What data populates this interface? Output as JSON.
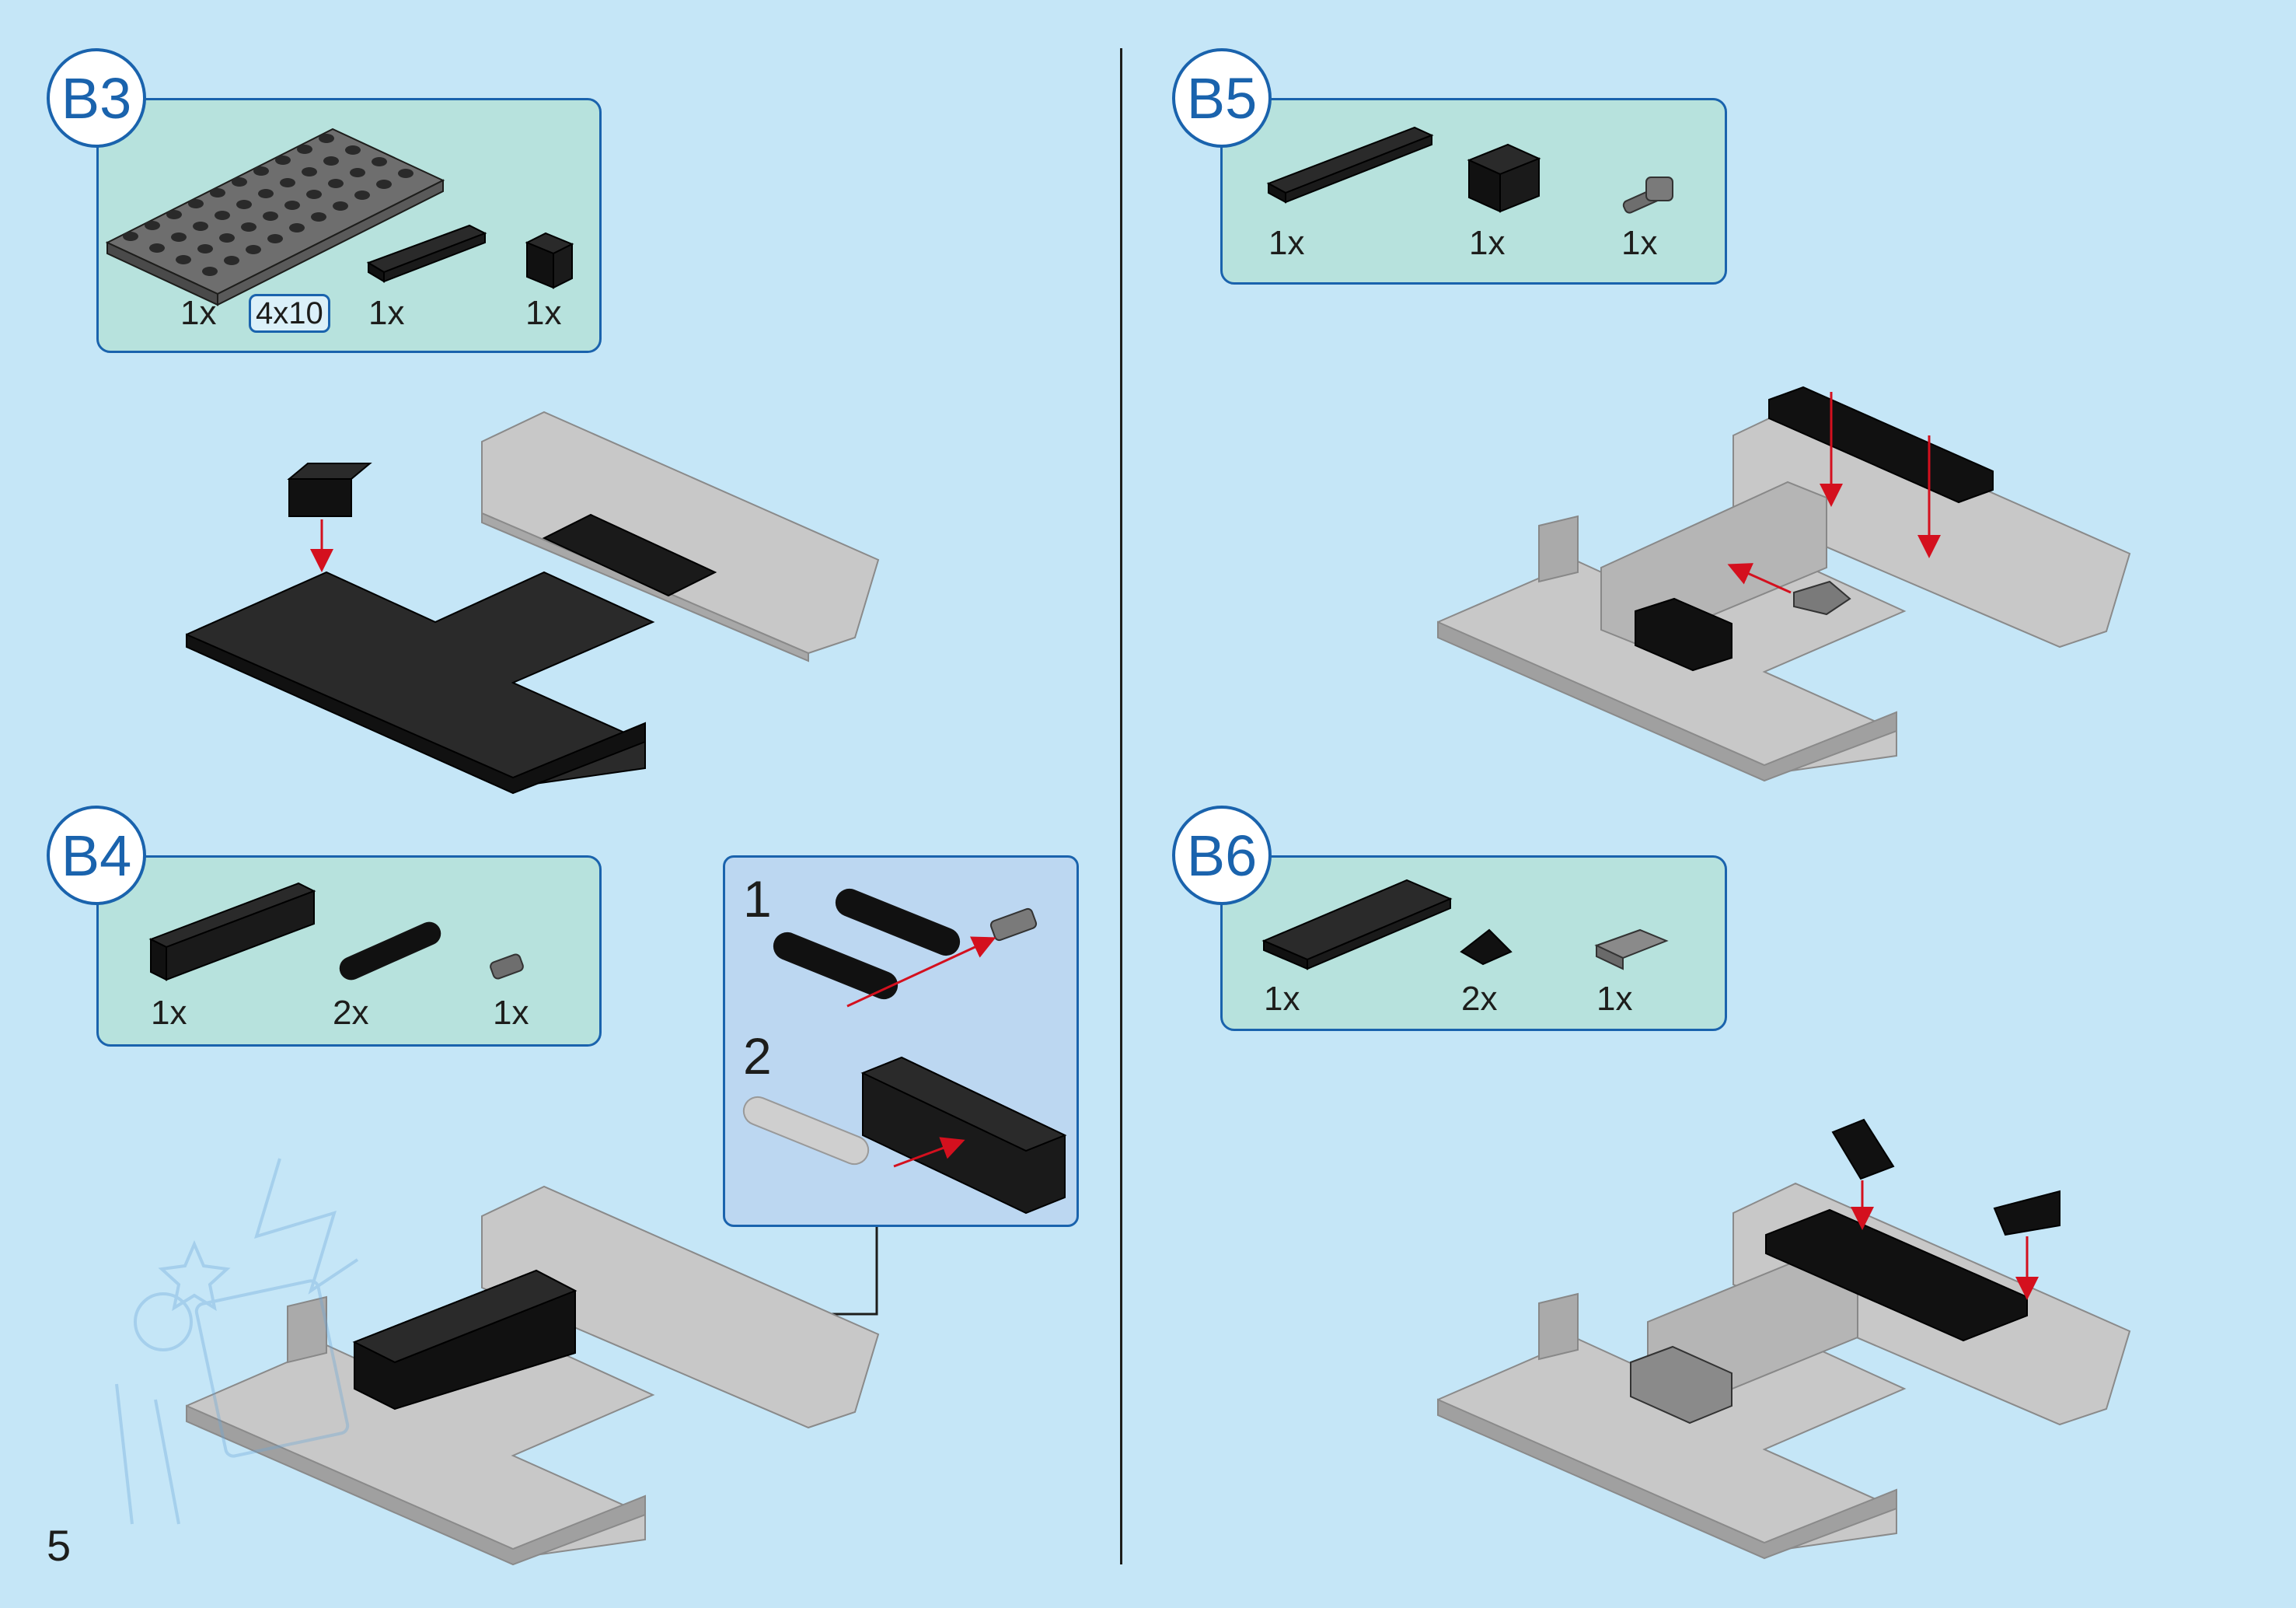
{
  "page_number": "5",
  "steps": [
    {
      "id": "B3",
      "parts": [
        {
          "qty": "1x",
          "part": "gray-plate-4x10",
          "size_label": "4x10"
        },
        {
          "qty": "1x",
          "part": "black-plate-1x4"
        },
        {
          "qty": "1x",
          "part": "black-brick-1x1"
        }
      ]
    },
    {
      "id": "B4",
      "parts": [
        {
          "qty": "1x",
          "part": "black-technic-brick-1x6"
        },
        {
          "qty": "2x",
          "part": "black-technic-beam-5"
        },
        {
          "qty": "1x",
          "part": "gray-technic-pin"
        }
      ],
      "substeps": [
        "1",
        "2"
      ]
    },
    {
      "id": "B5",
      "parts": [
        {
          "qty": "1x",
          "part": "black-plate-1x6"
        },
        {
          "qty": "1x",
          "part": "black-brick-1x2"
        },
        {
          "qty": "1x",
          "part": "gray-clip"
        }
      ]
    },
    {
      "id": "B6",
      "parts": [
        {
          "qty": "1x",
          "part": "black-plate-2x6"
        },
        {
          "qty": "2x",
          "part": "black-slope-1x1"
        },
        {
          "qty": "1x",
          "part": "gray-tile-1x2"
        }
      ]
    }
  ],
  "colors": {
    "background": "#c5e6f7",
    "parts_box": "#b7e2dd",
    "accent_blue": "#1a63ad",
    "arrow_red": "#d4101e",
    "brick_black": "#111111",
    "brick_gray": "#c8c8c8"
  }
}
